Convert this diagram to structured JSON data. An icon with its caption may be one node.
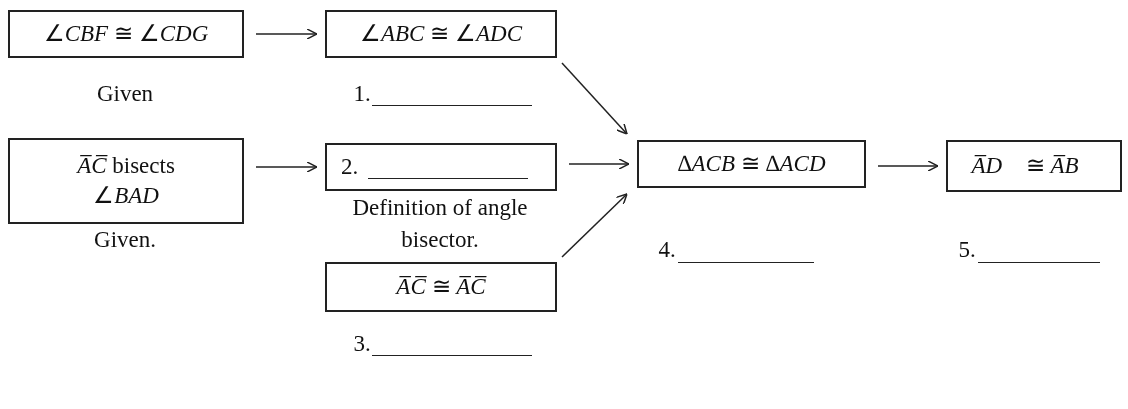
{
  "diagram": {
    "nodes": [
      {
        "text": [
          "∠*CBF* ≅ ∠*CDG*"
        ],
        "beside": [
          "Given"
        ]
      },
      {
        "text": [
          "∠*ABC* ≅ ∠*ADC*"
        ],
        "beside": [
          "1."
        ]
      },
      {
        "text": [
          "*A̅C̅* bisects ∠*BAD*"
        ],
        "beside": [
          "Given."
        ]
      },
      {
        "text": [
          "2."
        ],
        "beside": [
          "Definition of angle bisector."
        ]
      },
      {
        "text": [
          "∆*ACB* ≅ ∆*ACD*"
        ],
        "beside": [
          "4."
        ]
      },
      {
        "text": [
          "*A̅D⃗* ≅ *A̅B⃗*"
        ],
        "beside": [
          "5."
        ]
      },
      {
        "text": [
          "*A̅C̅* ≅ *A̅C̅*"
        ],
        "beside": [
          "3."
        ]
      }
    ],
    "edges": [
      {
        "from": 0,
        "to": 1,
        "arrow": "to"
      },
      {
        "from": 2,
        "to": 3,
        "arrow": "to"
      },
      {
        "from": 1,
        "to": 4,
        "arrow": "to"
      },
      {
        "from": 3,
        "to": 4,
        "arrow": "to"
      },
      {
        "from": 6,
        "to": 4,
        "arrow": "to"
      },
      {
        "from": 4,
        "to": 5,
        "arrow": "to"
      }
    ]
  }
}
